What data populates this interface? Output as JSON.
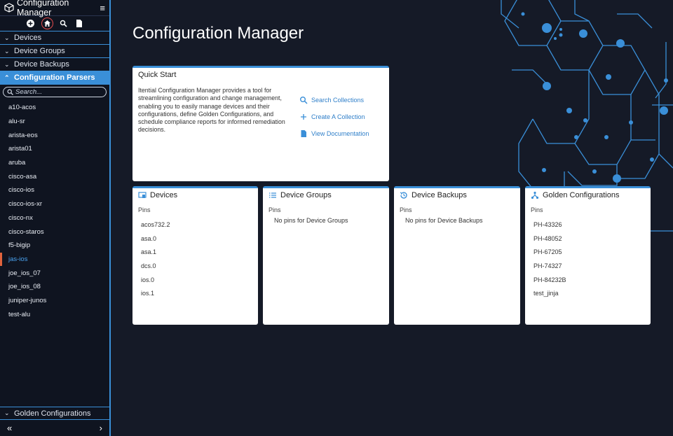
{
  "app": {
    "title": "Configuration Manager"
  },
  "sidebar": {
    "header_title": "Configuration Manager",
    "sections": [
      {
        "label": "Devices"
      },
      {
        "label": "Device Groups"
      },
      {
        "label": "Device Backups"
      },
      {
        "label": "Configuration Parsers"
      }
    ],
    "search": {
      "placeholder": "Search..."
    },
    "parsers": [
      "a10-acos",
      "alu-sr",
      "arista-eos",
      "arista01",
      "aruba",
      "cisco-asa",
      "cisco-ios",
      "cisco-ios-xr",
      "cisco-nx",
      "cisco-staros",
      "f5-bigip",
      "jas-ios",
      "joe_ios_07",
      "joe_ios_08",
      "juniper-junos",
      "test-alu"
    ],
    "selected_parser": "jas-ios",
    "bottom_section": "Golden Configurations",
    "pager": {
      "prev": "«",
      "next": "›"
    }
  },
  "main": {
    "title": "Configuration Manager",
    "quick_start": {
      "title": "Quick Start",
      "description": "Itential Configuration Manager provides a tool for streamlining configuration and change management, enabling you to easily manage devices and their configurations, define Golden Configurations, and schedule compliance reports for informed remediation decisions.",
      "links": [
        {
          "label": "Search Collections",
          "icon": "search-icon"
        },
        {
          "label": "Create A Collection",
          "icon": "plus-icon"
        },
        {
          "label": "View Documentation",
          "icon": "document-icon"
        }
      ]
    },
    "cards": {
      "devices": {
        "title": "Devices",
        "pins_label": "Pins",
        "pins": [
          "acos732.2",
          "asa.0",
          "asa.1",
          "dcs.0",
          "ios.0",
          "ios.1"
        ]
      },
      "device_groups": {
        "title": "Device Groups",
        "pins_label": "Pins",
        "empty": "No pins for Device Groups"
      },
      "device_backups": {
        "title": "Device Backups",
        "pins_label": "Pins",
        "empty": "No pins for Device Backups"
      },
      "golden_configs": {
        "title": "Golden Configurations",
        "pins_label": "Pins",
        "pins": [
          "PH-43326",
          "PH-48052",
          "PH-67205",
          "PH-74327",
          "PH-84232B",
          "test_jinja"
        ]
      }
    }
  },
  "colors": {
    "accent": "#3a8fd8",
    "background": "#151a27",
    "selected_marker": "#e0633d"
  }
}
